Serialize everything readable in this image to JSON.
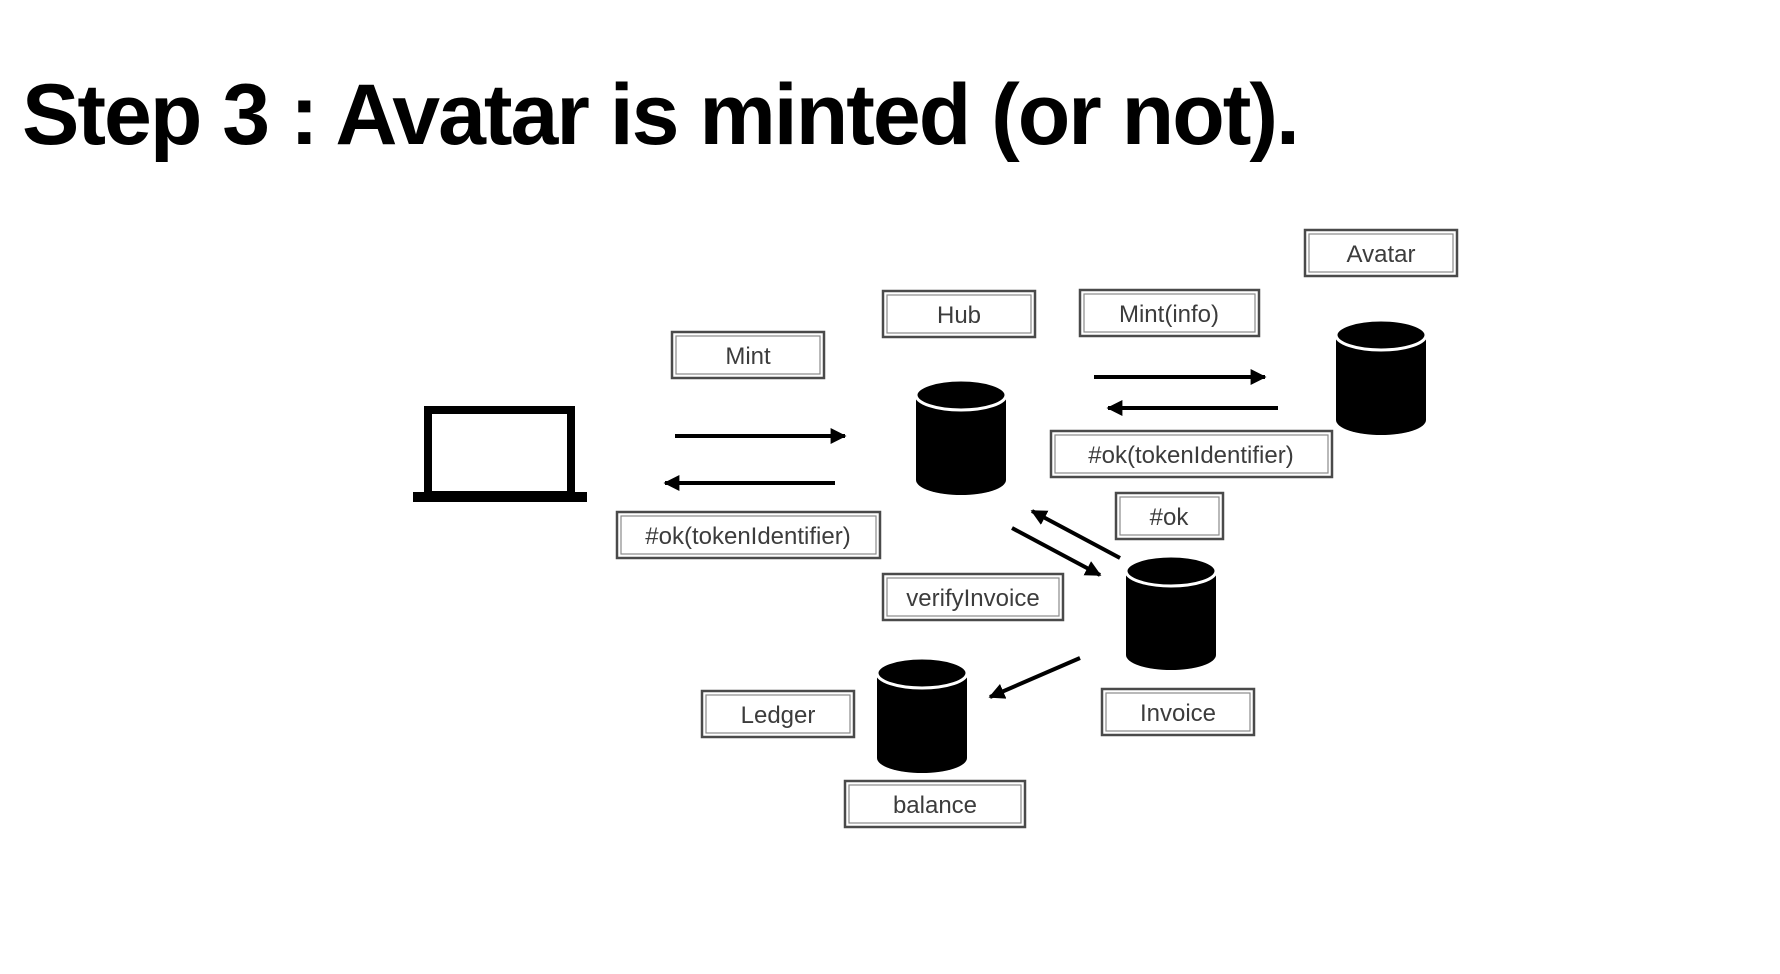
{
  "slide": {
    "title": "Step 3 : Avatar is minted (or not)."
  },
  "labels": {
    "avatar": "Avatar",
    "hub": "Hub",
    "mint_info": "Mint(info)",
    "mint": "Mint",
    "ok_token_right": "#ok(tokenIdentifier)",
    "ok_token_left": "#ok(tokenIdentifier)",
    "ok": "#ok",
    "verify_invoice": "verifyInvoice",
    "ledger": "Ledger",
    "invoice": "Invoice",
    "balance": "balance"
  },
  "icons": {
    "client": "laptop-icon",
    "database": "database-cylinder-icon"
  },
  "colors": {
    "ink": "#000000",
    "label_text": "#3c3c3c"
  }
}
